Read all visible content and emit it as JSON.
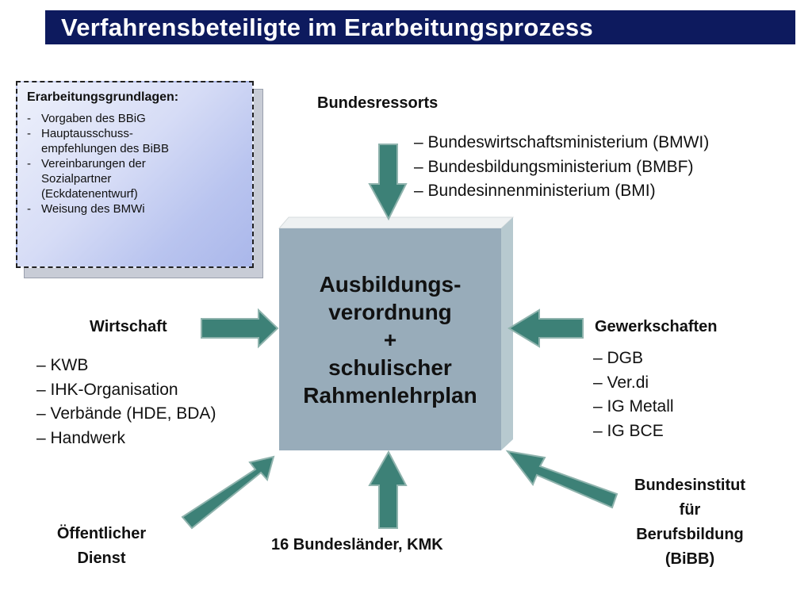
{
  "title": "Verfahrensbeteiligte im Erarbeitungsprozess",
  "info_box": {
    "title": "Erarbeitungsgrundlagen:",
    "items": [
      "Vorgaben des BBiG",
      "Hauptausschuss-\nempfehlungen des BiBB",
      "Vereinbarungen der\nSozialpartner\n(Eckdatenentwurf)",
      "Weisung des BMWi"
    ]
  },
  "center": {
    "lines": [
      "Ausbildungs-",
      "verordnung",
      "+",
      "schulischer",
      "Rahmenlehrplan"
    ]
  },
  "bundesressorts": {
    "label": "Bundesressorts",
    "items": [
      "– Bundeswirtschaftsministerium (BMWI)",
      "– Bundesbildungsministerium (BMBF)",
      "– Bundesinnenministerium (BMI)"
    ]
  },
  "wirtschaft": {
    "label": "Wirtschaft",
    "items": [
      "– KWB",
      "– IHK-Organisation",
      "– Verbände (HDE, BDA)",
      "– Handwerk"
    ]
  },
  "gewerkschaften": {
    "label": "Gewerkschaften",
    "items": [
      "– DGB",
      "– Ver.di",
      "– IG Metall",
      "– IG BCE"
    ]
  },
  "oeffentlicher_dienst": {
    "label_lines": [
      "Öffentlicher",
      "Dienst"
    ]
  },
  "laender": {
    "label": "16 Bundesländer, KMK"
  },
  "bibb": {
    "label_lines": [
      "Bundesinstitut",
      "für",
      "Berufsbildung",
      "(BiBB)"
    ]
  },
  "colors": {
    "title_bg": "#0d1a5e",
    "arrow_fill": "#3d8177",
    "box_front": "#98acba",
    "box_side": "#b7c9cf",
    "box_top": "#eef1f2"
  }
}
